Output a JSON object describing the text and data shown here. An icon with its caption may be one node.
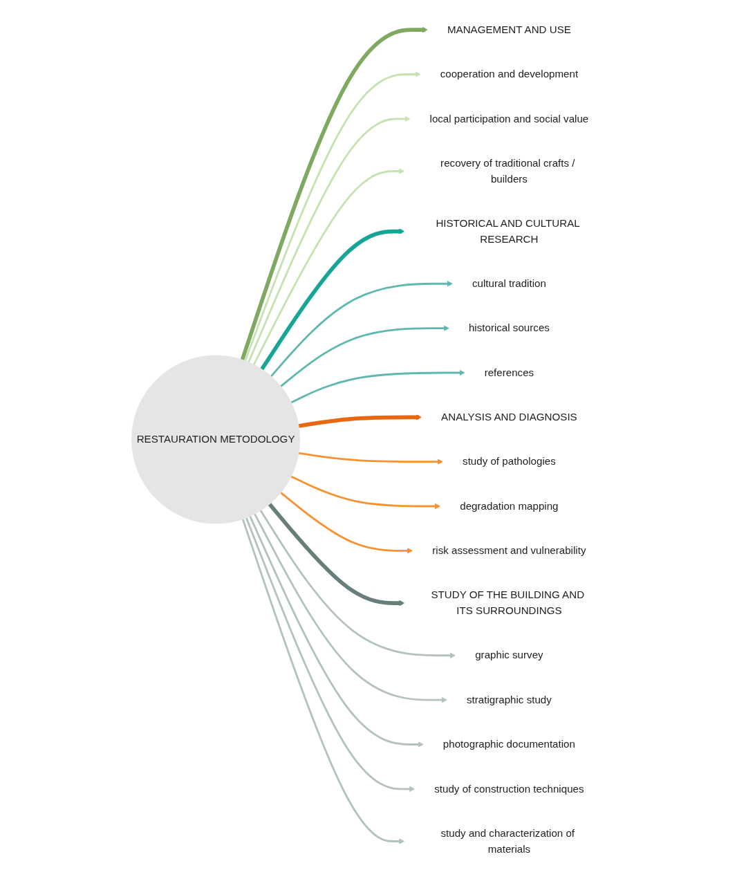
{
  "diagram": {
    "nodes": [
      {
        "text": [
          "RESTAURATION METODOLOGY"
        ]
      },
      {
        "text": [
          "cooperation and development"
        ]
      },
      {
        "text": [
          "HISTORICAL AND CULTURAL RESEARCH"
        ]
      },
      {
        "text": [
          "local participation and social value"
        ]
      },
      {
        "text": [
          "cultural tradition"
        ]
      },
      {
        "text": [
          "MANAGEMENT AND USE"
        ]
      },
      {
        "text": [
          "historical sources"
        ]
      },
      {
        "text": [
          "recovery of traditional crafts / builders"
        ]
      },
      {
        "text": [
          "references"
        ]
      },
      {
        "text": [
          "study of pathologies"
        ]
      },
      {
        "text": [
          "ANALYSIS AND DIAGNOSIS"
        ]
      },
      {
        "text": [
          "graphic survey"
        ]
      },
      {
        "text": [
          "stratigraphic study"
        ]
      },
      {
        "text": [
          "degradation mapping"
        ]
      },
      {
        "text": [
          "photographic documentation"
        ]
      },
      {
        "text": [
          "risk assessment and vulnerability"
        ]
      },
      {
        "text": [
          "STUDY OF THE BUILDING AND ITS SURROUNDINGS"
        ]
      },
      {
        "text": [
          "study of construction techniques"
        ]
      },
      {
        "text": [
          "study and characterization of materials"
        ]
      }
    ],
    "edges": [
      {
        "from": 0,
        "to": 5,
        "arrow": "to",
        "style": "thick",
        "color": "#7fa860"
      },
      {
        "from": 0,
        "to": 1,
        "arrow": "to",
        "color": "#c5e3b0"
      },
      {
        "from": 0,
        "to": 3,
        "arrow": "to",
        "color": "#c5e3b0"
      },
      {
        "from": 0,
        "to": 7,
        "arrow": "to",
        "color": "#c5e3b0"
      },
      {
        "from": 0,
        "to": 2,
        "arrow": "to",
        "style": "thick",
        "color": "#17a596"
      },
      {
        "from": 0,
        "to": 4,
        "arrow": "to",
        "color": "#5fb8ad"
      },
      {
        "from": 0,
        "to": 6,
        "arrow": "to",
        "color": "#5fb8ad"
      },
      {
        "from": 0,
        "to": 8,
        "arrow": "to",
        "color": "#5fb8ad"
      },
      {
        "from": 0,
        "to": 10,
        "arrow": "to",
        "style": "thick",
        "color": "#e8670f"
      },
      {
        "from": 0,
        "to": 9,
        "arrow": "to",
        "color": "#f7922e"
      },
      {
        "from": 0,
        "to": 13,
        "arrow": "to",
        "color": "#f7922e"
      },
      {
        "from": 0,
        "to": 15,
        "arrow": "to",
        "color": "#f7922e"
      },
      {
        "from": 0,
        "to": 16,
        "arrow": "to",
        "style": "thick",
        "color": "#687e7b"
      },
      {
        "from": 0,
        "to": 11,
        "arrow": "to",
        "color": "#b3c2c0"
      },
      {
        "from": 0,
        "to": 12,
        "arrow": "to",
        "color": "#b3c2c0"
      },
      {
        "from": 0,
        "to": 14,
        "arrow": "to",
        "color": "#b3c2c0"
      },
      {
        "from": 0,
        "to": 17,
        "arrow": "to",
        "color": "#b3c2c0"
      },
      {
        "from": 0,
        "to": 18,
        "arrow": "to",
        "color": "#b3c2c0"
      }
    ]
  }
}
